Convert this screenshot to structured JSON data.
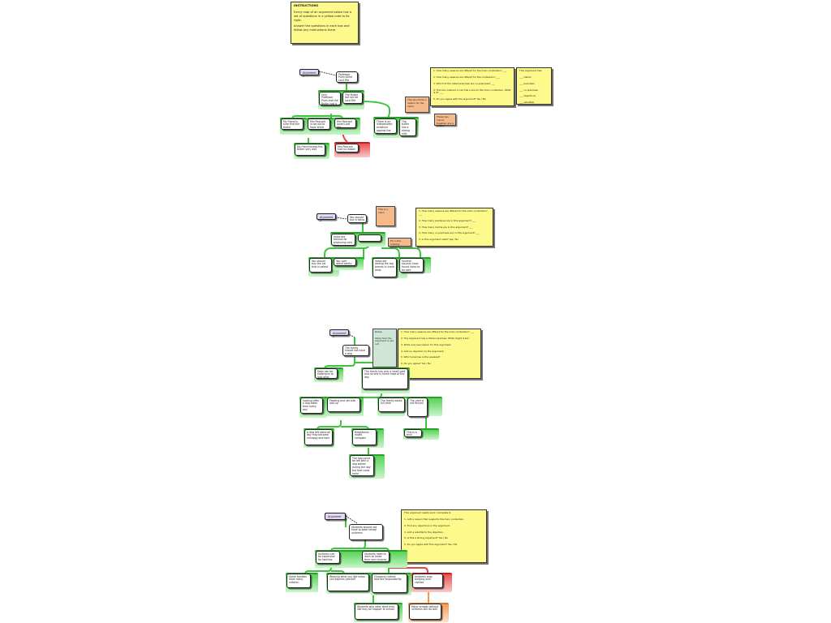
{
  "instructions": {
    "heading": "INSTRUCTIONS",
    "para1": "Every map of an argument below has a set of questions in a yellow note to its right.",
    "para2": "Answer the questions in each box and follow any instructions there."
  },
  "map1": {
    "label": "Argument 1",
    "main": "Professor Plum killed Lord Fife",
    "co_a": "Only Professor Plum and the Butler had a motive to murder Lord Fife",
    "co_b": "The Butler did not kill Lord Fife",
    "r1": "My friend is sure that the Butler wouldn't hurt anyone",
    "r2": "Mrs Peacock is too old to have killed him",
    "r3": "Mrs Peacock loved Lord Fife",
    "r4": "There is no independent evidence against the Butler",
    "r5": "The butler has a strong alibi",
    "sub1": "My friend knows the Butler very well",
    "obj": "Mrs Peacock had no reason to kill",
    "orange1": "This should be a reason for the claim",
    "orange2": "These two claims together are a reason",
    "q": "1. How many reasons are offered for the main contention? ___\n\n2. How many reasons are offered for the contention? ___\n\n3. Which of the listed premises are co-premises? ___\n\n4. The box outlined in red has a line to the main contention. What is it? ___\n\n5. Do you agree with the argument? Yes / No",
    "side": "This argument has:\n\n___ claims\n\n___ premises\n\n___ co-premises\n\n___ objections\n\n___ rebuttals"
  },
  "map2": {
    "label": "Argument 2",
    "main": "You should buy a Volvo",
    "mid_a": "Volvo are famous for producing cars that are very safe",
    "mid_b": "",
    "r1": "You should buy the car that is safest",
    "r2": "You care about safety",
    "r3": "Volvo are among the top brands in crash tests",
    "r4": "Several sources have found Volvo to be safe",
    "orange_top": "This is a claim",
    "orange_mid": "Fill in the missing premise",
    "q": "1. How many reasons are offered for the main contention? ___\n\n2. How many premises are in this argument? ___\n\n3. How many claims are in this argument? ___\n\n4. How many co-premises are in this argument? ___\n\n5. Is this argument valid? Yes / No"
  },
  "map3": {
    "label": "Argument 3",
    "main": "The family should not have a dog",
    "r1": "Dogs can be expensive to look after",
    "r2": "The family has only a small yard and no one is home most of the day",
    "s1": "Looking after a dog takes time every day",
    "s2": "Feeding and vet bills add up",
    "s3": "The family works full time",
    "s4": "The yard is not fenced",
    "t1": "A dog left alone all day may become unhappy and bark",
    "t2": "Neighbours might complain",
    "t3": "This is a trick",
    "u1": "The dog could be left with a dog walker during the day but that costs extra",
    "teal": "Notes:\n\nShow how the argument is set out",
    "q": "1. How many reasons are offered for the main contention? ___\n\n2. The argument has a hidden premise. What might it be?\n\n3. Write one new reason for this argument.\n\n4. Add an objection to the argument.\n\n5. Which premise is the weakest?\n\n6. Do you agree? Yes / No"
  },
  "map4": {
    "label": "Argument 4",
    "main": "Students should not have to wear school uniforms",
    "r1": "Uniforms can be expensive for families",
    "r2": "Students need to learn to make their own choices",
    "s1": "Some families have many children",
    "s2": "Wearing what you like helps you express yourself",
    "s3": "Choosing clothes teaches responsibility",
    "obj": "Uniforms stop bullying over clothes",
    "t1": "Students who wear what they like may be happier at school",
    "t2": "Many schools without uniforms still do well",
    "q": "This argument needs work. Complete it.\n\n1. Add a reason that supports the main contention.\n\n2. Find any objections in the argument.\n\n3. Add a rebuttal to the objection.\n\n4. Is this a strong argument? Yes / No\n\n5. Do you agree with this argument? Yes / No"
  },
  "colors": {
    "support": "#3ec43e",
    "oppose": "#e04848",
    "note": "#fdf98a",
    "label": "#e2d7f4",
    "orange": "#f6b98a"
  }
}
